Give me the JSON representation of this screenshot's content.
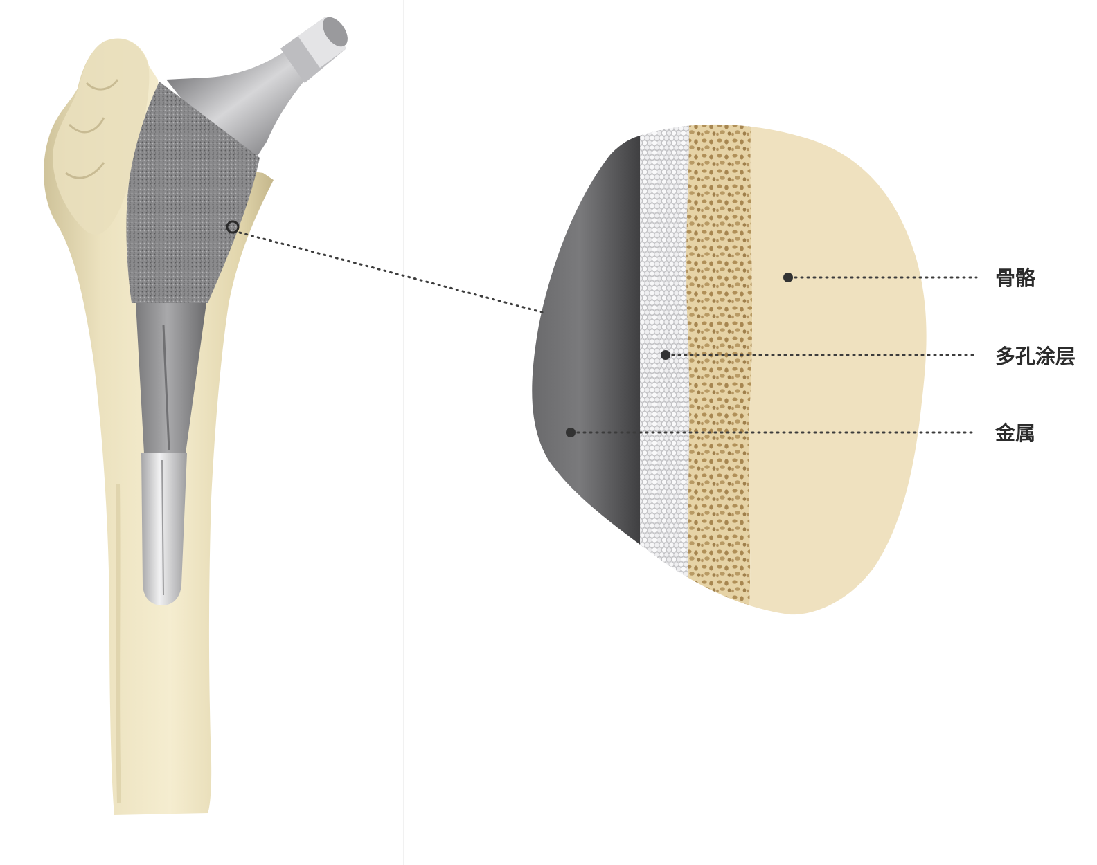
{
  "labels": {
    "bone": "骨骼",
    "porous_coating": "多孔涂层",
    "metal": "金属"
  },
  "colors": {
    "bone": "#efe1bf",
    "bone_dark": "#d9c998",
    "metal": "#6f6f70",
    "coating": "#e9e9e9",
    "cancellous": "#c9ab72",
    "leader": "#3c3c3c"
  }
}
